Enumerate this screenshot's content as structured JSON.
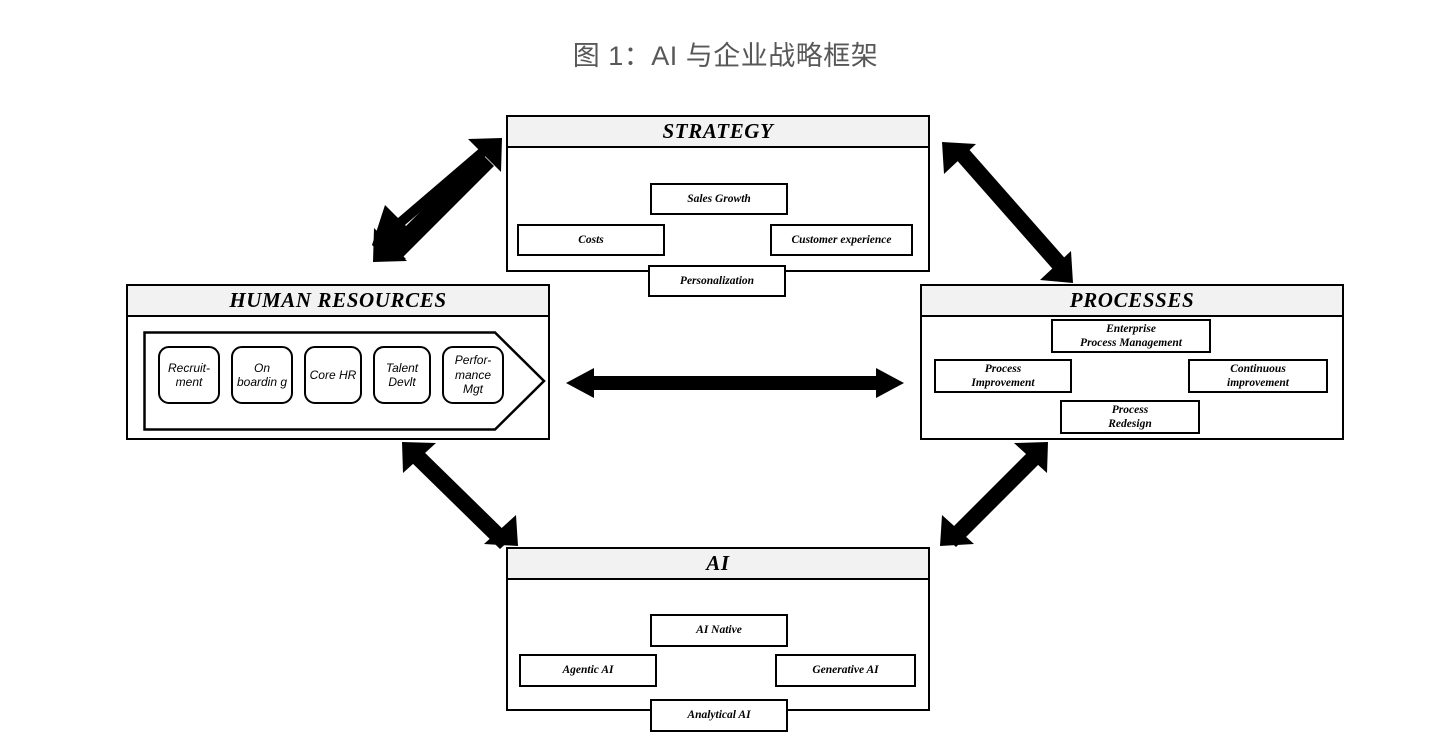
{
  "figure": {
    "title": "图 1：AI 与企业战略框架",
    "background_color": "#ffffff",
    "header_fill": "#f2f2f2",
    "line_color": "#000000",
    "title_color": "#585858"
  },
  "panels": {
    "strategy": {
      "title": "STRATEGY",
      "items": [
        {
          "label": "Sales Growth"
        },
        {
          "label": "Costs"
        },
        {
          "label": "Customer experience"
        },
        {
          "label": "Personalization"
        }
      ]
    },
    "human_resources": {
      "title": "HUMAN RESOURCES",
      "items": [
        {
          "line1": "Recruit-",
          "line2": "ment",
          "line3": ""
        },
        {
          "line1": "On",
          "line2": "boardin",
          "line3": "g"
        },
        {
          "line1": "Core",
          "line2": "HR",
          "line3": ""
        },
        {
          "line1": "Talent",
          "line2": "Devlt",
          "line3": ""
        },
        {
          "line1": "Perfor-",
          "line2": "mance",
          "line3": "Mgt"
        }
      ]
    },
    "processes": {
      "title": "PROCESSES",
      "items": [
        {
          "line1": "Enterprise",
          "line2": "Process Management"
        },
        {
          "line1": "Process",
          "line2": "Improvement"
        },
        {
          "line1": "Continuous",
          "line2": "improvement"
        },
        {
          "line1": "Process",
          "line2": "Redesign"
        }
      ]
    },
    "ai": {
      "title": "AI",
      "items": [
        {
          "label": "AI Native"
        },
        {
          "label": "Agentic AI"
        },
        {
          "label": "Generative AI"
        },
        {
          "label": "Analytical AI"
        }
      ]
    }
  },
  "connectors": [
    {
      "name": "strategy-human-resources",
      "style": "double-headed"
    },
    {
      "name": "strategy-processes",
      "style": "double-headed"
    },
    {
      "name": "human-resources-processes",
      "style": "double-headed"
    },
    {
      "name": "human-resources-ai",
      "style": "double-headed"
    },
    {
      "name": "processes-ai",
      "style": "double-headed"
    }
  ]
}
